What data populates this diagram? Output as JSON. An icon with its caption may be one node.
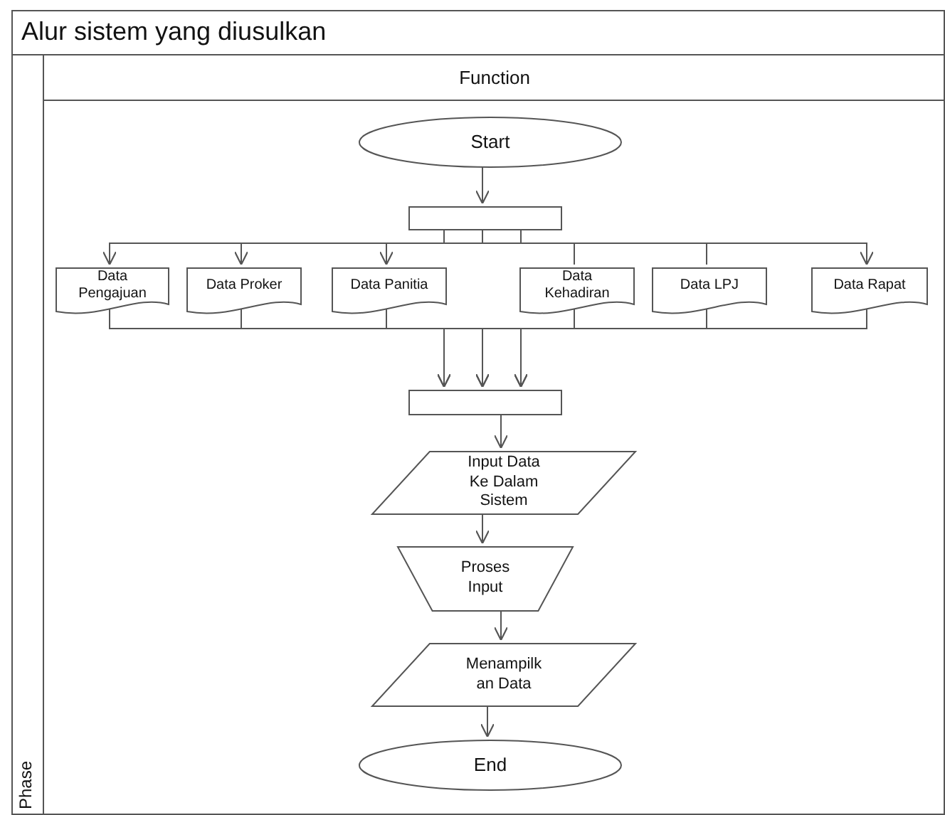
{
  "diagram": {
    "nodes": [
      {
        "text": [
          "Alur sistem yang diusulkan"
        ]
      },
      {
        "text": [
          "Function"
        ],
        "in": 0
      },
      {
        "text": [
          "Start"
        ],
        "in": 1
      },
      {
        "text": [],
        "shape": "box",
        "in": 1
      },
      {
        "text": [
          "Data Pengajuan"
        ],
        "in": 1
      },
      {
        "text": [
          "Data Proker"
        ],
        "in": 1
      },
      {
        "text": [
          "Data Panitia"
        ],
        "in": 1
      },
      {
        "text": [
          "Data Kehadiran"
        ],
        "in": 1
      },
      {
        "text": [
          "Data LPJ"
        ],
        "in": 1
      },
      {
        "text": [
          "Data Rapat"
        ],
        "in": 1
      },
      {
        "text": [],
        "shape": "box",
        "in": 1
      },
      {
        "text": [
          "Input Data Ke Dalam Sistem"
        ],
        "in": 1
      },
      {
        "text": [
          "Proses Input"
        ],
        "in": 1
      },
      {
        "text": [
          "Menampilk an Data"
        ],
        "in": 1
      },
      {
        "text": [
          "End"
        ],
        "in": 1
      }
    ],
    "edges": [
      {
        "from": 2,
        "to": 3,
        "arrow": "to"
      },
      {
        "from": 3,
        "to": 4,
        "arrow": "to"
      },
      {
        "from": 3,
        "to": 5,
        "arrow": "to"
      },
      {
        "from": 3,
        "to": 6,
        "arrow": "to"
      },
      {
        "from": 3,
        "to": 7,
        "arrow": "none"
      },
      {
        "from": 3,
        "to": 8,
        "arrow": "none"
      },
      {
        "from": 3,
        "to": 9,
        "arrow": "to"
      },
      {
        "from": 4,
        "to": 10,
        "arrow": "to"
      },
      {
        "from": 5,
        "to": 10,
        "arrow": "to"
      },
      {
        "from": 6,
        "to": 10,
        "arrow": "to"
      },
      {
        "from": 7,
        "to": 10,
        "arrow": "to"
      },
      {
        "from": 8,
        "to": 10,
        "arrow": "to"
      },
      {
        "from": 9,
        "to": 10,
        "arrow": "to"
      },
      {
        "from": 10,
        "to": 11,
        "arrow": "to"
      },
      {
        "from": 11,
        "to": 12,
        "arrow": "to"
      },
      {
        "from": 12,
        "to": 13,
        "arrow": "to"
      },
      {
        "from": 13,
        "to": 14,
        "arrow": "to"
      }
    ],
    "labels": [
      "Phase"
    ]
  }
}
